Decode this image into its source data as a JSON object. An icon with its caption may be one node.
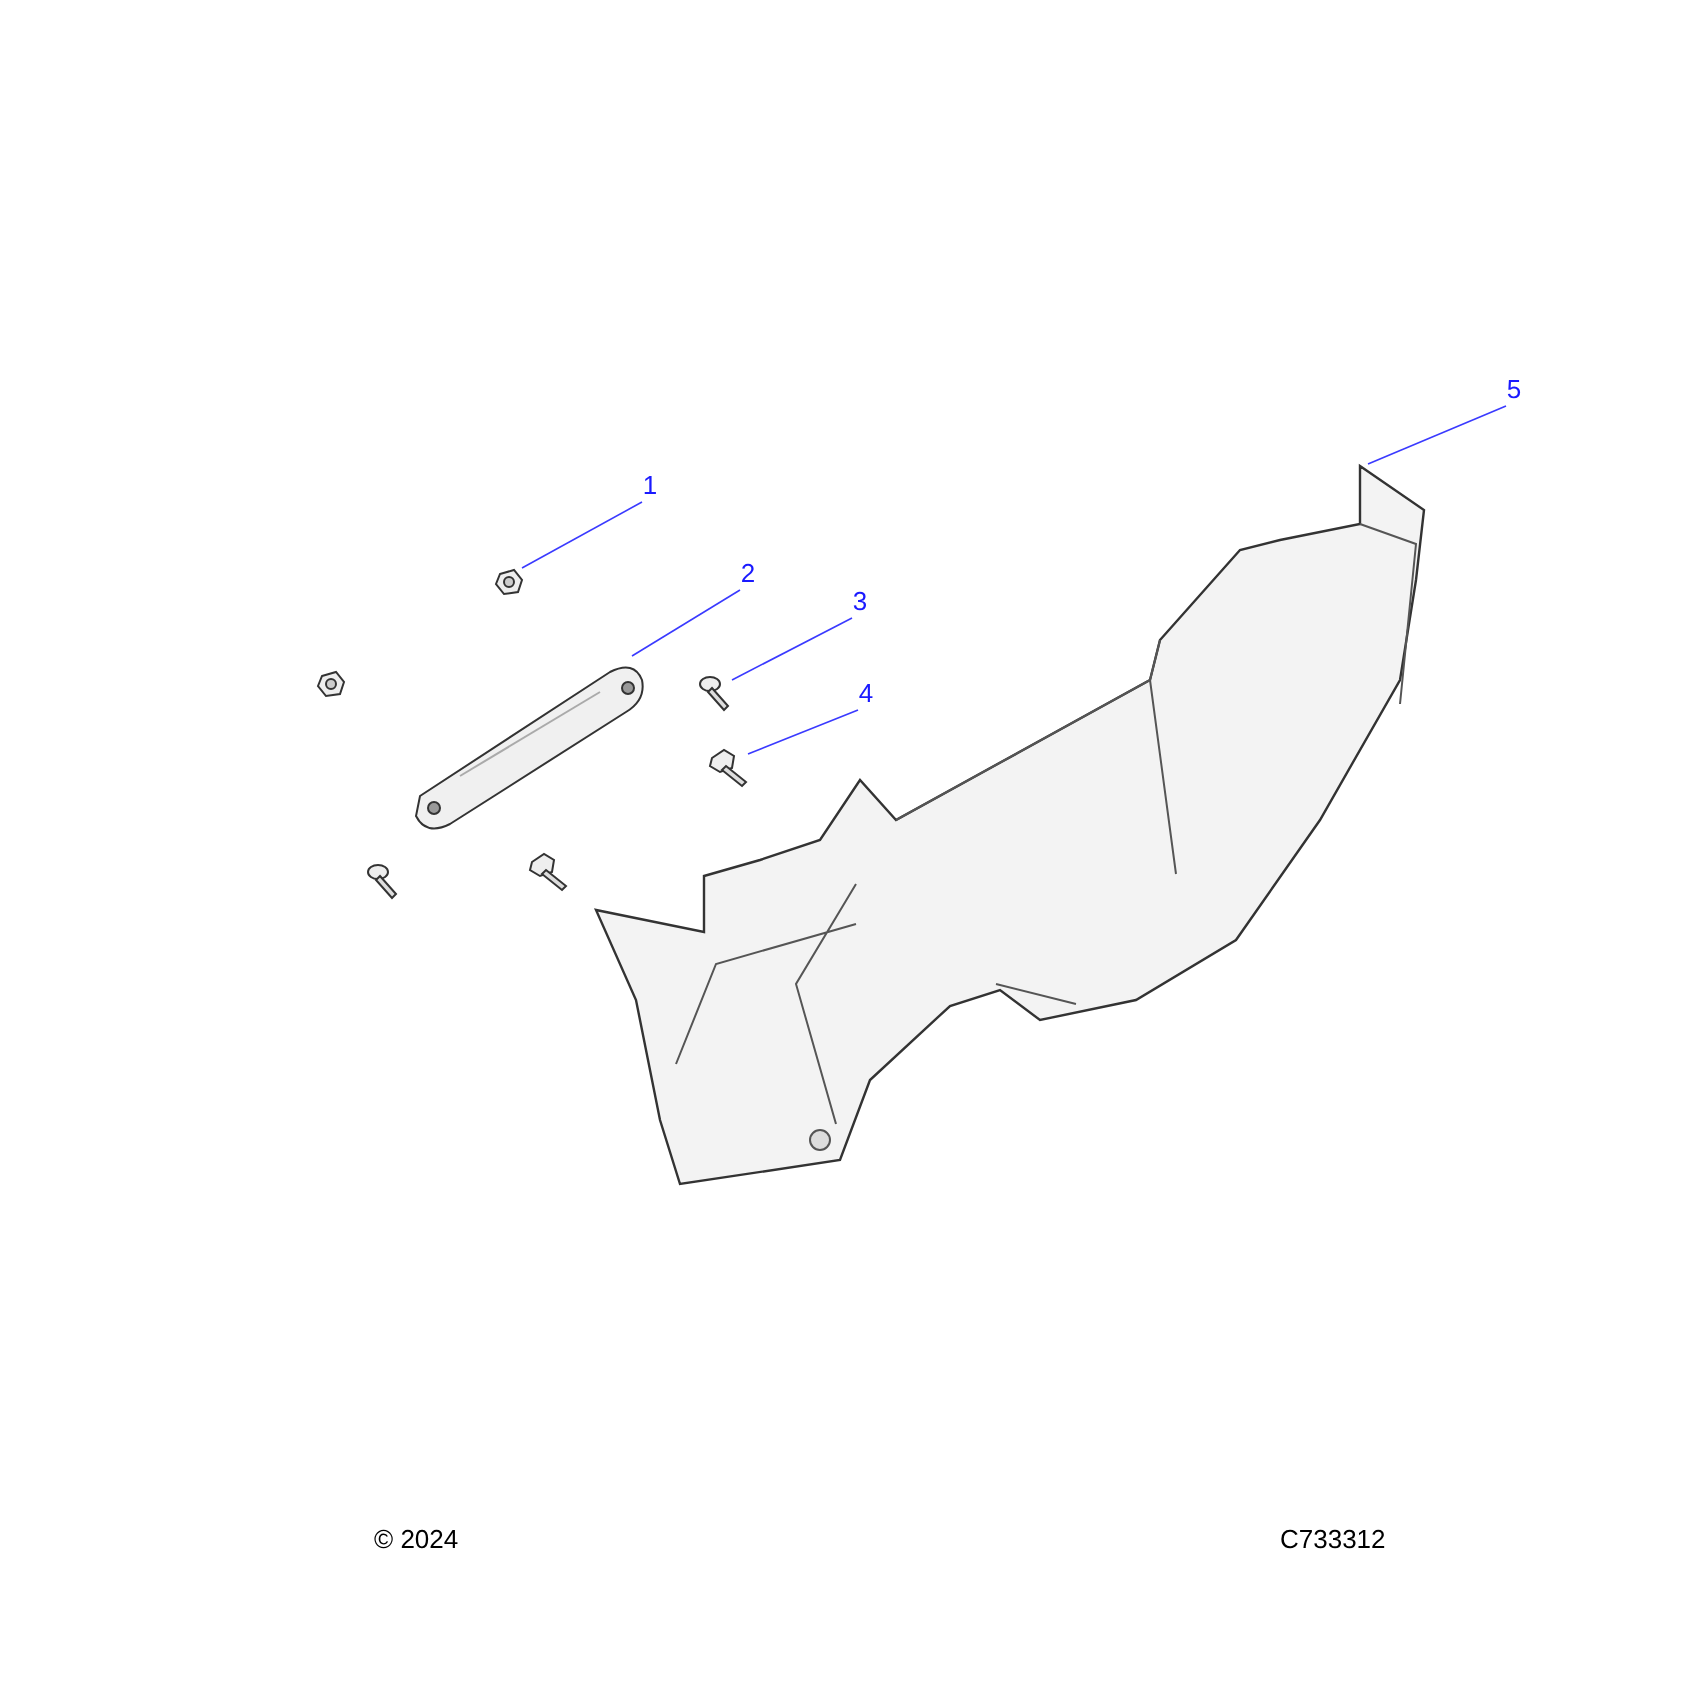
{
  "diagram": {
    "nodes": [
      {
        "text": [
          "1"
        ]
      },
      {
        "text": [],
        "shape": "picture"
      },
      {
        "text": [
          "2"
        ]
      },
      {
        "text": [],
        "shape": "picture"
      },
      {
        "text": [
          "3"
        ]
      },
      {
        "text": [],
        "shape": "picture"
      },
      {
        "text": [
          "4"
        ]
      },
      {
        "text": [],
        "shape": "picture"
      },
      {
        "text": [
          "5"
        ]
      },
      {
        "text": [],
        "shape": "picture"
      }
    ],
    "edges": [
      {
        "from": 0,
        "to": 1,
        "arrow": "none"
      },
      {
        "from": 2,
        "to": 3,
        "arrow": "none"
      },
      {
        "from": 4,
        "to": 5,
        "arrow": "none"
      },
      {
        "from": 6,
        "to": 7,
        "arrow": "none"
      },
      {
        "from": 8,
        "to": 9,
        "arrow": "none"
      }
    ],
    "labels": [
      "© 2024",
      "C733312"
    ]
  }
}
